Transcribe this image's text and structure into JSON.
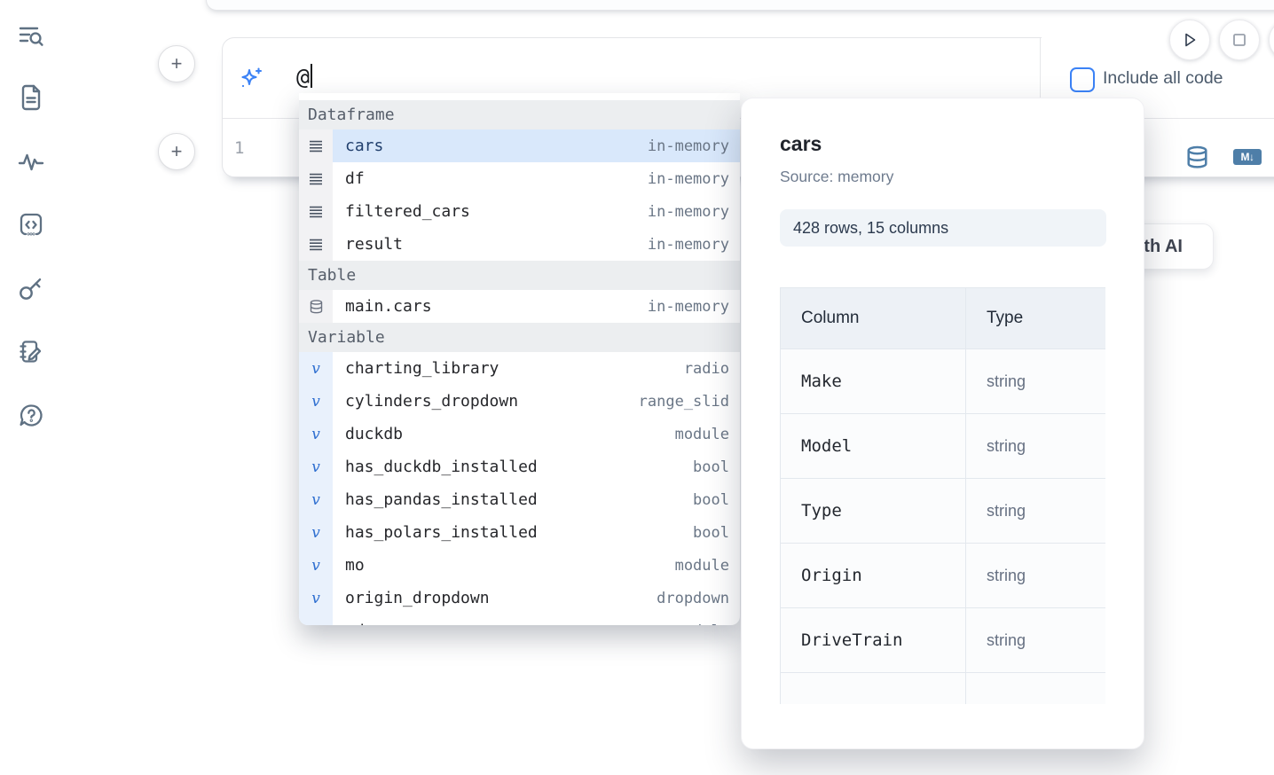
{
  "sidebar": {
    "icons": [
      {
        "name": "search-list-icon"
      },
      {
        "name": "file-document-icon"
      },
      {
        "name": "activity-icon"
      },
      {
        "name": "code-snippets-icon"
      },
      {
        "name": "key-icon"
      },
      {
        "name": "scratchpad-icon"
      },
      {
        "name": "help-chat-icon"
      }
    ]
  },
  "toolbar": {
    "run_button": "play",
    "stop_button": "stop"
  },
  "prompt": {
    "value": "@",
    "include_all_code_label": "Include all code",
    "add_cell_button": "+"
  },
  "editor": {
    "line_number": "1",
    "markdown_badge": "M↓"
  },
  "ai_button": {
    "label": "with AI"
  },
  "autocomplete": {
    "sections": [
      {
        "label": "Dataframe",
        "items": [
          {
            "icon": "rows",
            "name": "cars",
            "type": "in-memory",
            "selected": true
          },
          {
            "icon": "rows",
            "name": "df",
            "type": "in-memory",
            "selected": false
          },
          {
            "icon": "rows",
            "name": "filtered_cars",
            "type": "in-memory",
            "selected": false
          },
          {
            "icon": "rows",
            "name": "result",
            "type": "in-memory",
            "selected": false
          }
        ]
      },
      {
        "label": "Table",
        "items": [
          {
            "icon": "database",
            "name": "main.cars",
            "type": "in-memory",
            "selected": false
          }
        ]
      },
      {
        "label": "Variable",
        "items": [
          {
            "icon": "var",
            "name": "charting_library",
            "type": "radio",
            "selected": false
          },
          {
            "icon": "var",
            "name": "cylinders_dropdown",
            "type": "range_slid",
            "selected": false
          },
          {
            "icon": "var",
            "name": "duckdb",
            "type": "module",
            "selected": false
          },
          {
            "icon": "var",
            "name": "has_duckdb_installed",
            "type": "bool",
            "selected": false
          },
          {
            "icon": "var",
            "name": "has_pandas_installed",
            "type": "bool",
            "selected": false
          },
          {
            "icon": "var",
            "name": "has_polars_installed",
            "type": "bool",
            "selected": false
          },
          {
            "icon": "var",
            "name": "mo",
            "type": "module",
            "selected": false
          },
          {
            "icon": "var",
            "name": "origin_dropdown",
            "type": "dropdown",
            "selected": false
          },
          {
            "icon": "var",
            "name": "pd",
            "type": "module",
            "selected": false
          }
        ]
      }
    ]
  },
  "preview": {
    "title": "cars",
    "source": "Source: memory",
    "shape_badge": "428 rows, 15 columns",
    "table": {
      "headers": [
        "Column",
        "Type"
      ],
      "rows": [
        [
          "Make",
          "string"
        ],
        [
          "Model",
          "string"
        ],
        [
          "Type",
          "string"
        ],
        [
          "Origin",
          "string"
        ],
        [
          "DriveTrain",
          "string"
        ]
      ]
    }
  },
  "colors": {
    "accent": "#3b82f6",
    "steel_blue": "#4e7ea8",
    "selected_row": "#d9e8fb"
  }
}
